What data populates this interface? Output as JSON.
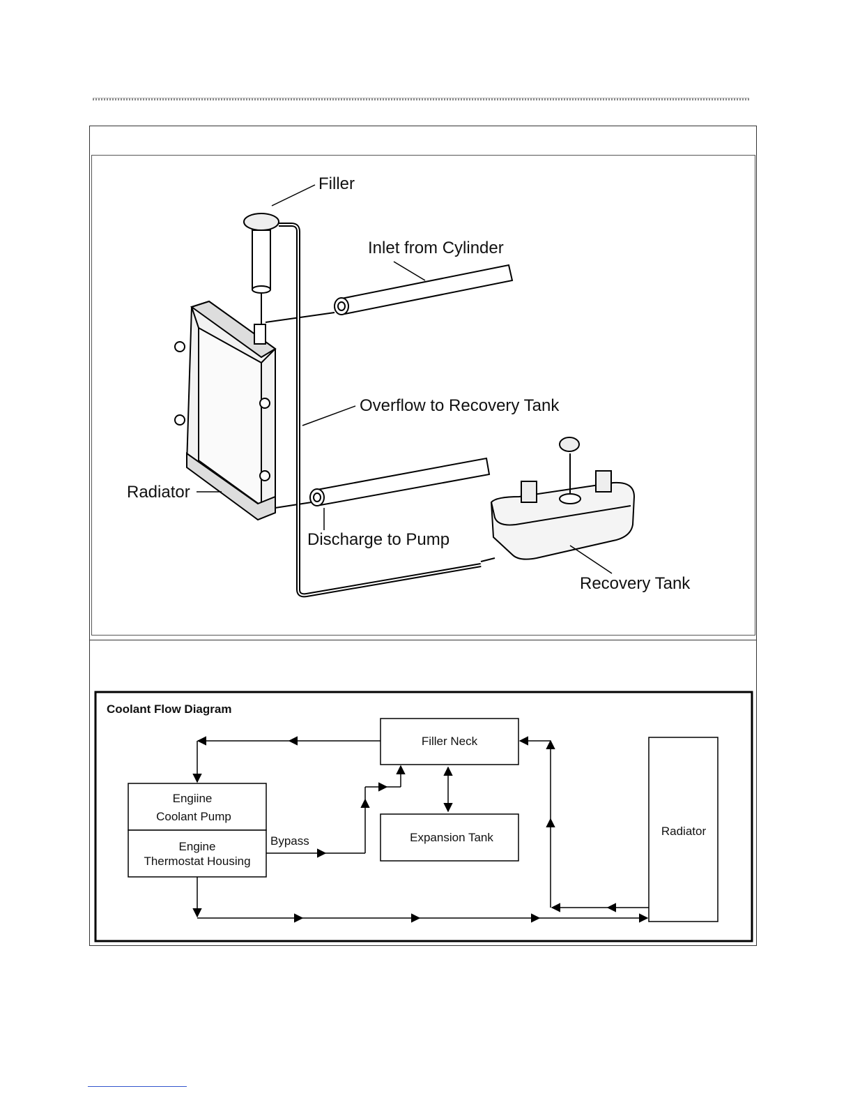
{
  "illustration": {
    "labels": {
      "filler": "Filler",
      "inlet": "Inlet from Cylinder",
      "overflow": "Overflow to Recovery Tank",
      "radiator": "Radiator",
      "discharge": "Discharge to Pump",
      "recovery_tank": "Recovery Tank"
    }
  },
  "flow_diagram": {
    "title": "Coolant Flow Diagram",
    "filler_neck": "Filler Neck",
    "pump_line1": "Engiine",
    "pump_line2": "Coolant Pump",
    "thermostat_line1": "Engine",
    "thermostat_line2": "Thermostat Housing",
    "bypass": "Bypass",
    "expansion_tank": "Expansion Tank",
    "radiator": "Radiator"
  }
}
